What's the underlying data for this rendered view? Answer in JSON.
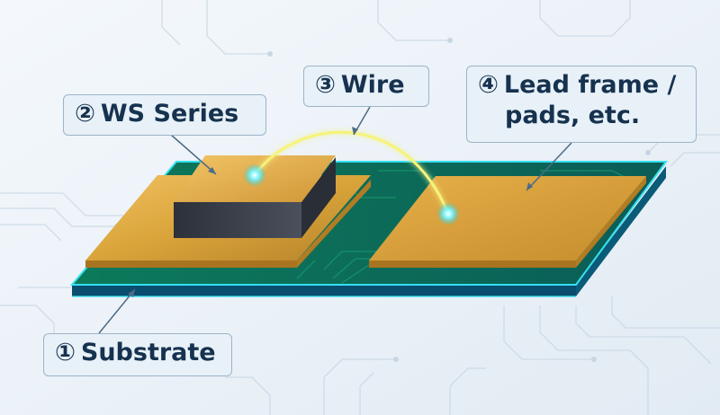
{
  "labels": {
    "substrate": {
      "num": "①",
      "text": "Substrate"
    },
    "ws_series": {
      "num": "②",
      "text": "WS Series"
    },
    "wire": {
      "num": "③",
      "text": "Wire"
    },
    "lead_frame": {
      "num": "④",
      "line1": "Lead frame /",
      "line2": "pads, etc."
    }
  },
  "colors": {
    "background": "#eef3f8",
    "pcb_green": "#0e6b52",
    "pcb_edge": "#0a4d6e",
    "pcb_glow": "#35e0f0",
    "gold": "#d9a43a",
    "gold_dark": "#a87420",
    "chip_top": "#e0ad48",
    "chip_side": "#3a3f4a",
    "wire": "#f2f27a",
    "glow": "#5ff0ff",
    "callout_text": "#16324f",
    "callout_border": "#9bb4c8"
  }
}
